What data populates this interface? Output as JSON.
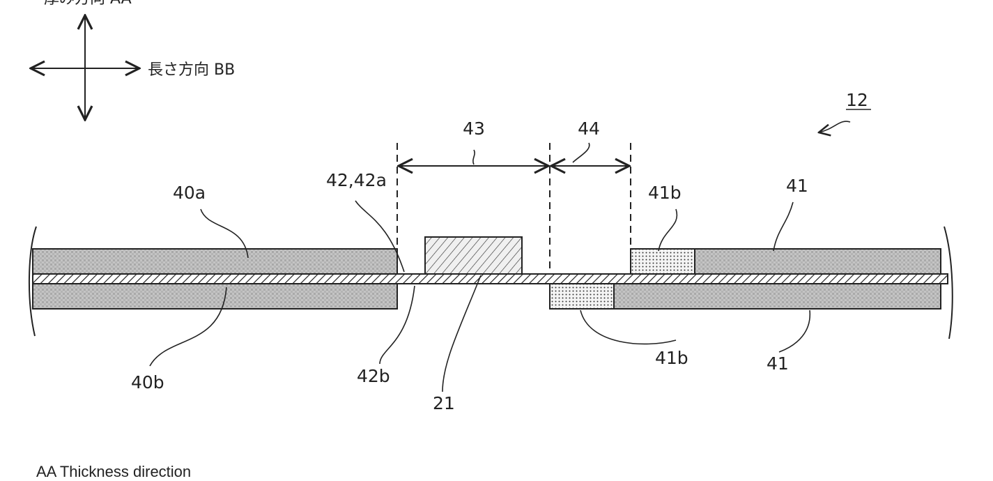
{
  "direction": {
    "thickness_label": "厚み方向 AA",
    "length_label": "長さ方向 BB"
  },
  "labels": {
    "fig_ref": "12",
    "dim_43": "43",
    "dim_44": "44",
    "ref_42_42a": "42,42a",
    "ref_40a": "40a",
    "ref_40b": "40b",
    "ref_41b_top": "41b",
    "ref_41_top": "41",
    "ref_41b_bottom": "41b",
    "ref_41_bottom": "41",
    "ref_42b": "42b",
    "ref_21": "21"
  },
  "legend": {
    "aa_note": "AA  Thickness direction"
  }
}
